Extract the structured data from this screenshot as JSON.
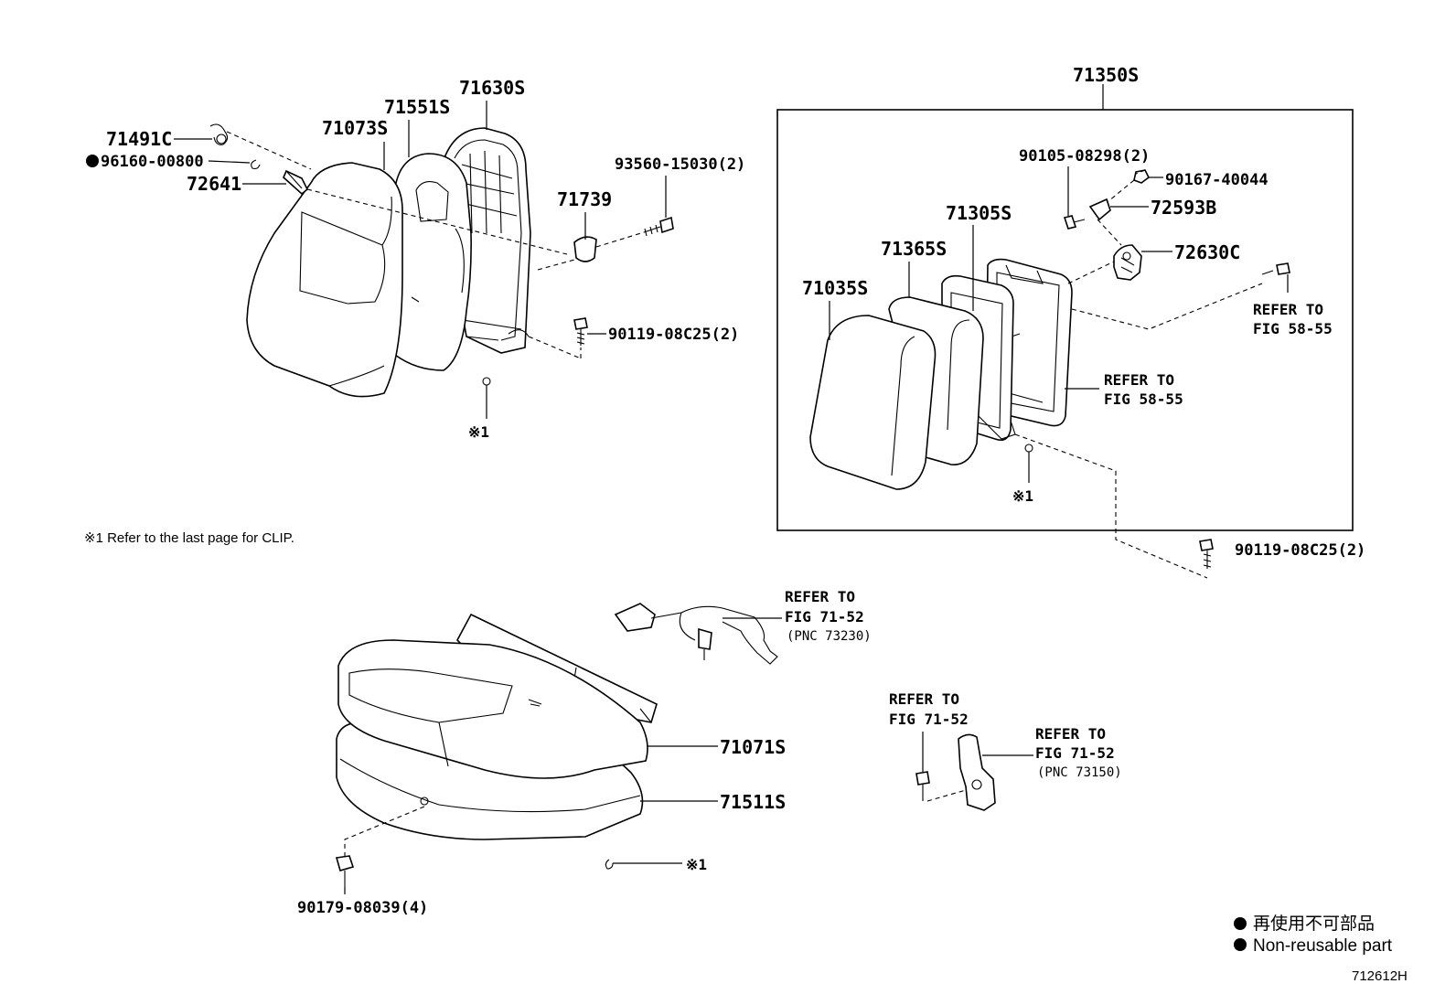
{
  "parts": {
    "p71491C": "71491C",
    "p96160": "96160-00800",
    "p72641": "72641",
    "p71073S": "71073S",
    "p71551S": "71551S",
    "p71630S": "71630S",
    "p71739": "71739",
    "p93560": "93560-15030(2)",
    "p90119a": "90119-08C25(2)",
    "p71350S": "71350S",
    "p90105": "90105-08298(2)",
    "p90167": "90167-40044",
    "p72593B": "72593B",
    "p72630C": "72630C",
    "p71305S": "71305S",
    "p71365S": "71365S",
    "p71035S": "71035S",
    "p90119b": "90119-08C25(2)",
    "p71071S": "71071S",
    "p71511S": "71511S",
    "p90179": "90179-08039(4)"
  },
  "refs": {
    "r5855a": {
      "l1": "REFER TO",
      "l2": "FIG 58-55"
    },
    "r5855b": {
      "l1": "REFER TO",
      "l2": "FIG 58-55"
    },
    "r7152a": {
      "l1": "REFER TO",
      "l2": "FIG 71-52",
      "l3": "(PNC 73230)"
    },
    "r7152b": {
      "l1": "REFER TO",
      "l2": "FIG 71-52"
    },
    "r7152c": {
      "l1": "REFER TO",
      "l2": "FIG 71-52",
      "l3": "(PNC 73150)"
    }
  },
  "clip_marks": {
    "a": "※1",
    "b": "※1",
    "c": "※1"
  },
  "note": "※1 Refer to the last page for CLIP.",
  "legend": {
    "jp": "再使用不可部品",
    "en": "Non-reusable part"
  },
  "figure_code": "712612H"
}
